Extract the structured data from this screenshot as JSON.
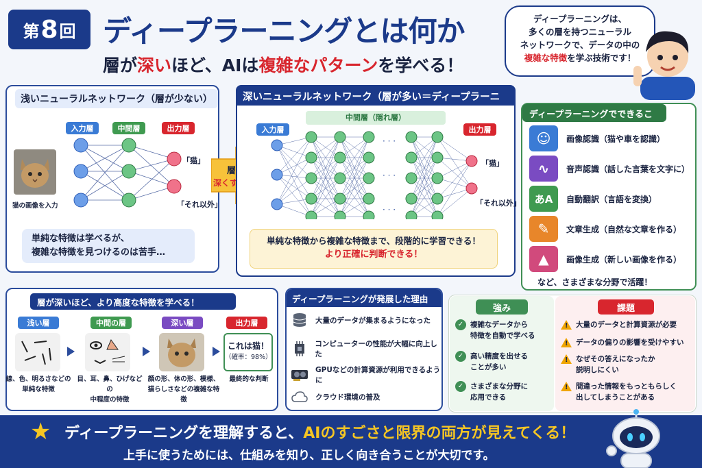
{
  "header": {
    "badge_prefix": "第",
    "badge_num": "8",
    "badge_suffix": "回",
    "title": "ディープラーニングとは何か",
    "subtitle_a": "層が",
    "subtitle_b": "深い",
    "subtitle_c": "ほど、AIは",
    "subtitle_d": "複雑なパターン",
    "subtitle_e": "を学べる！"
  },
  "bubble": {
    "l1": "ディープラーニングは、",
    "l2": "多くの層を持つニューラル",
    "l3": "ネットワークで、データの中の",
    "l4": "複雑な特徴",
    "l5": "を学ぶ技術です！"
  },
  "shallow": {
    "title": "浅いニューラルネットワーク（層が少ない）",
    "input_tag": "入力層",
    "hidden_tag": "中間層",
    "output_tag": "出力層",
    "out1": "「猫」",
    "out2": "「それ以外」",
    "image_caption": "猫の画像を入力",
    "note_l1": "単純な特徴は学べるが、",
    "note_l2": "複雑な特徴を見つけるのは苦手…"
  },
  "arrow": {
    "l1": "層を",
    "l2": "深くする！"
  },
  "deep": {
    "title": "深いニューラルネットワーク（層が多い＝ディープラーニング）",
    "hidden_tag": "中間層（隠れ層）",
    "input_tag": "入力層",
    "output_tag": "出力層",
    "out1": "「猫」",
    "out2": "「それ以外」",
    "note_l1": "単純な特徴から複雑な特徴まで、段階的に学習できる！",
    "note_l2": "より正確に判断できる！"
  },
  "features": {
    "title": "ディープラーニングでできること",
    "items": [
      {
        "label": "画像認識（猫や車を認識）",
        "color": "#3a7bd5"
      },
      {
        "label": "音声認識（話した言葉を文字に）",
        "color": "#7a4bc2"
      },
      {
        "label": "自動翻訳（言語を変換）",
        "color": "#3f9a50"
      },
      {
        "label": "文章生成（自然な文章を作る）",
        "color": "#e8862a"
      },
      {
        "label": "画像生成（新しい画像を作る）",
        "color": "#d14a7c"
      }
    ],
    "footer": "など、さまざまな分野で活躍！"
  },
  "levels": {
    "title": "層が深いほど、より高度な特徴を学べる！",
    "stages": [
      {
        "tag": "浅い層",
        "color": "#3a7bd5",
        "cap1": "線、色、明るさなどの",
        "cap2": "単純な特徴"
      },
      {
        "tag": "中間の層",
        "color": "#3f9a50",
        "cap1": "目、耳、鼻、ひげなどの",
        "cap2": "中程度の特徴"
      },
      {
        "tag": "深い層",
        "color": "#7a4bc2",
        "cap1": "顔の形、体の形、模様、",
        "cap2": "猫らしさなどの複雑な特徴"
      },
      {
        "tag": "出力層",
        "color": "#d8262e",
        "cap1": "最終的な判断",
        "cap2": ""
      }
    ],
    "result_l1": "これは猫！",
    "result_l2": "（確率：98%）"
  },
  "reasons": {
    "title": "ディープラーニングが発展した理由",
    "items": [
      "大量のデータが集まるようになった",
      "コンピューターの性能が大幅に向上した",
      "GPUなどの計算資源が利用できるように",
      "クラウド環境の普及"
    ]
  },
  "pros_cons": {
    "strong_title": "強み",
    "strong": [
      [
        "複雑なデータから",
        "特徴を自動で学べる"
      ],
      [
        "高い精度を出せる",
        "ことが多い"
      ],
      [
        "さまざまな分野に",
        "応用できる"
      ]
    ],
    "issue_title": "課題",
    "issues": [
      [
        "大量のデータと計算資源が必要"
      ],
      [
        "データの偏りの影響を受けやすい"
      ],
      [
        "なぜその答えになったか",
        "説明しにくい"
      ],
      [
        "間違った情報をもっともらしく",
        "出してしまうことがある"
      ]
    ]
  },
  "footer": {
    "l1a": "ディープラーニングを理解すると、",
    "l1b": "AIのすごさと限界の両方が見えてくる！",
    "l2": "上手に使うためには、仕組みを知り、正しく向き合うことが大切です。"
  }
}
